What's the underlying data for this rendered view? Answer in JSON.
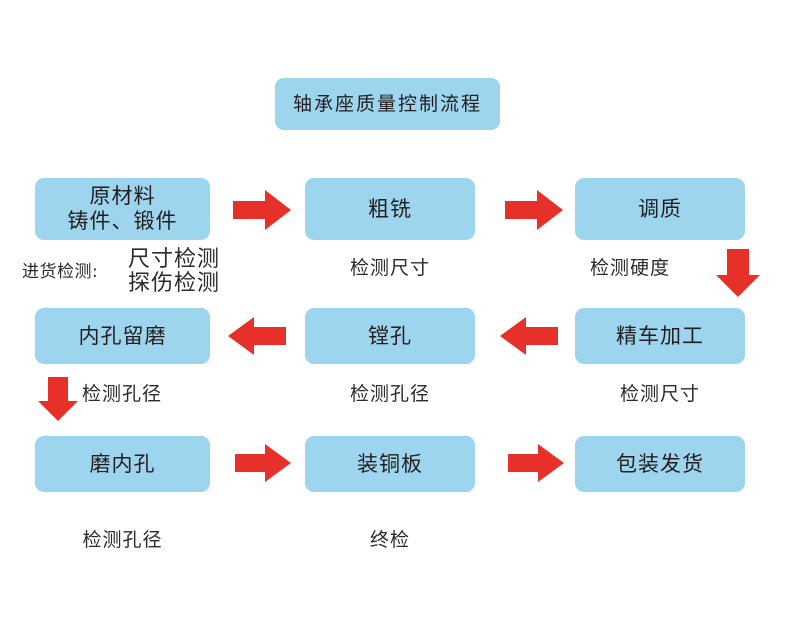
{
  "diagram": {
    "title": "轴承座质量控制流程",
    "accent_box_color": "#9ED5EE",
    "accent_arrow_color": "#E8302A",
    "text_color": "#231F20",
    "background_color": "#FFFFFF"
  },
  "nodes": [
    {
      "id": "title",
      "label": "轴承座质量控制流程"
    },
    {
      "id": "raw",
      "label": "原材料\n铸件、锻件"
    },
    {
      "id": "rough-mill",
      "label": "粗铣"
    },
    {
      "id": "temper",
      "label": "调质"
    },
    {
      "id": "bore-grind",
      "label": "内孔留磨"
    },
    {
      "id": "boring",
      "label": "镗孔"
    },
    {
      "id": "fine-turn",
      "label": "精车加工"
    },
    {
      "id": "grind-bore",
      "label": "磨内孔"
    },
    {
      "id": "copper",
      "label": "装铜板"
    },
    {
      "id": "pack-ship",
      "label": "包装发货"
    }
  ],
  "captions": {
    "incoming_lead": "进货检测:",
    "incoming_checks": "尺寸检测\n探伤检测",
    "rough_mill": "检测尺寸",
    "temper": "检测硬度",
    "bore_grind": "检测孔径",
    "boring": "检测孔径",
    "fine_turn": "检测尺寸",
    "grind_bore": "检测孔径",
    "copper": "终检"
  },
  "arrows": [
    {
      "id": "raw-to-rough-mill",
      "direction": "right"
    },
    {
      "id": "rough-mill-to-temper",
      "direction": "right"
    },
    {
      "id": "temper-to-fine-turn",
      "direction": "down"
    },
    {
      "id": "fine-turn-to-boring",
      "direction": "left"
    },
    {
      "id": "boring-to-bore-grind",
      "direction": "left"
    },
    {
      "id": "bore-grind-to-grind",
      "direction": "down"
    },
    {
      "id": "grind-to-copper",
      "direction": "right"
    },
    {
      "id": "copper-to-pack-ship",
      "direction": "right"
    }
  ]
}
